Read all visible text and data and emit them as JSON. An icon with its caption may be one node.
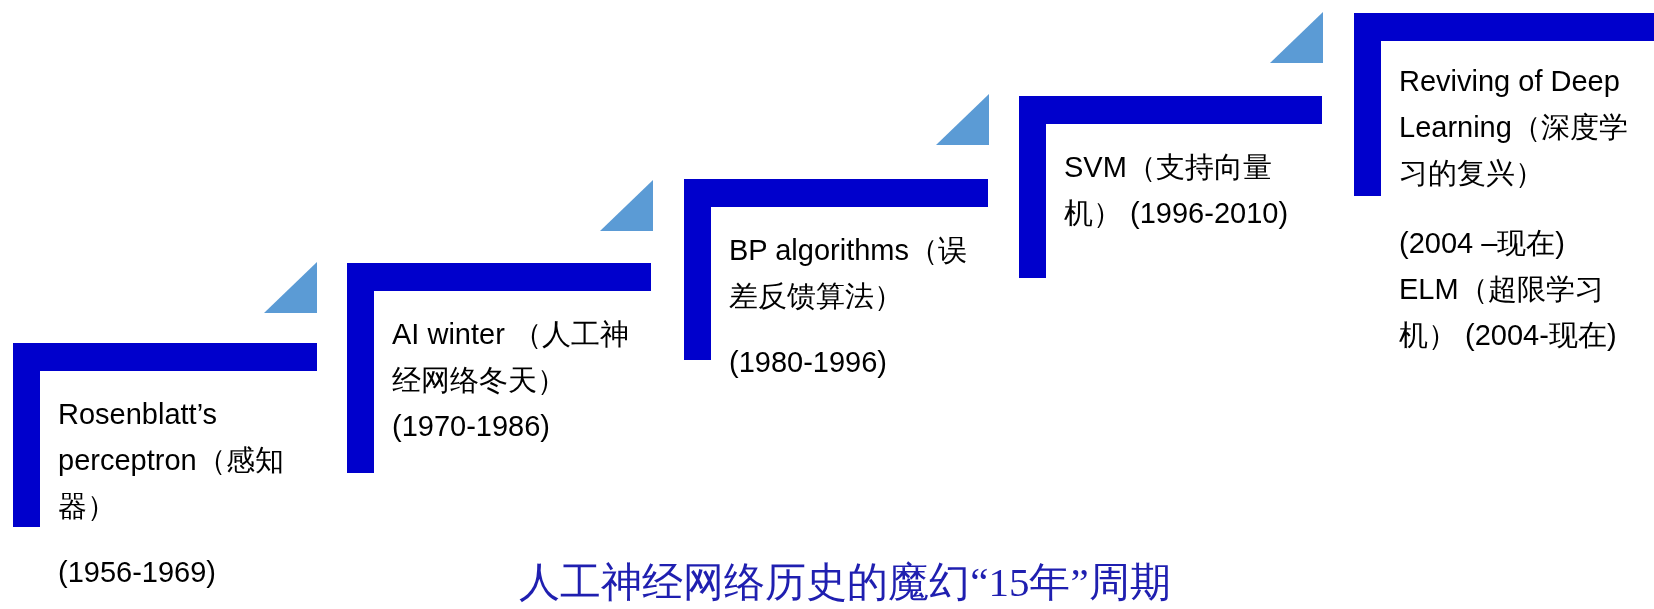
{
  "diagram": {
    "caption": "人工神经网络历史的魔幻“15年”周期",
    "nodes": [
      {
        "text": [
          "Rosenblatt’s perceptron（感知器）",
          "(1956-1969)"
        ]
      },
      {
        "text": [
          "AI winter （人工神经网络冬天） (1970-1986)"
        ]
      },
      {
        "text": [
          "BP algorithms（误差反馈算法）",
          "(1980-1996)"
        ]
      },
      {
        "text": [
          "SVM（支持向量机） (1996-2010)"
        ]
      },
      {
        "text": [
          "Reviving of Deep Learning（深度学习的复兴）",
          "(2004 –现在)",
          "ELM（超限学习机） (2004-现在)"
        ]
      }
    ],
    "edges": []
  }
}
